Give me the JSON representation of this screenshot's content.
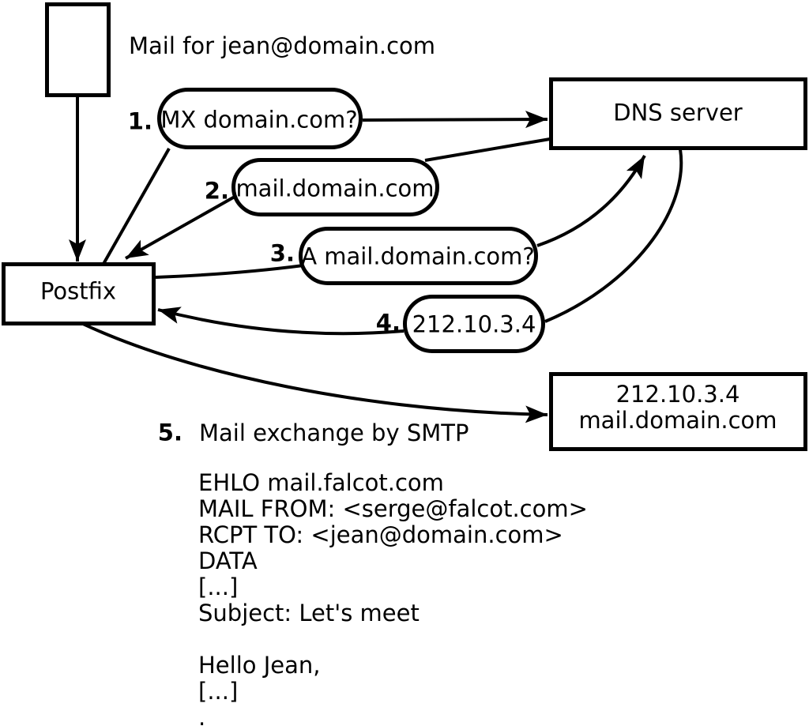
{
  "diagram": {
    "note": "Mail for jean@domain.com",
    "nodes": {
      "postfix": {
        "label": "Postfix"
      },
      "dns": {
        "label": "DNS server"
      },
      "mailserver": {
        "line1": "212.10.3.4",
        "line2": "mail.domain.com"
      }
    },
    "steps": [
      {
        "num": "1.",
        "label": "MX domain.com?"
      },
      {
        "num": "2.",
        "label": "mail.domain.com"
      },
      {
        "num": "3.",
        "label": "A mail.domain.com?"
      },
      {
        "num": "4.",
        "label": "212.10.3.4"
      },
      {
        "num": "5.",
        "label": "Mail exchange by SMTP"
      }
    ],
    "smtp_session": [
      "EHLO mail.falcot.com",
      "MAIL FROM: <serge@falcot.com>",
      "RCPT TO: <jean@domain.com>",
      "DATA",
      "[...]",
      "Subject: Let's meet",
      "",
      "Hello Jean,",
      "[...]",
      "."
    ],
    "colors": {
      "ink": "#000000",
      "background": "#ffffff"
    }
  }
}
